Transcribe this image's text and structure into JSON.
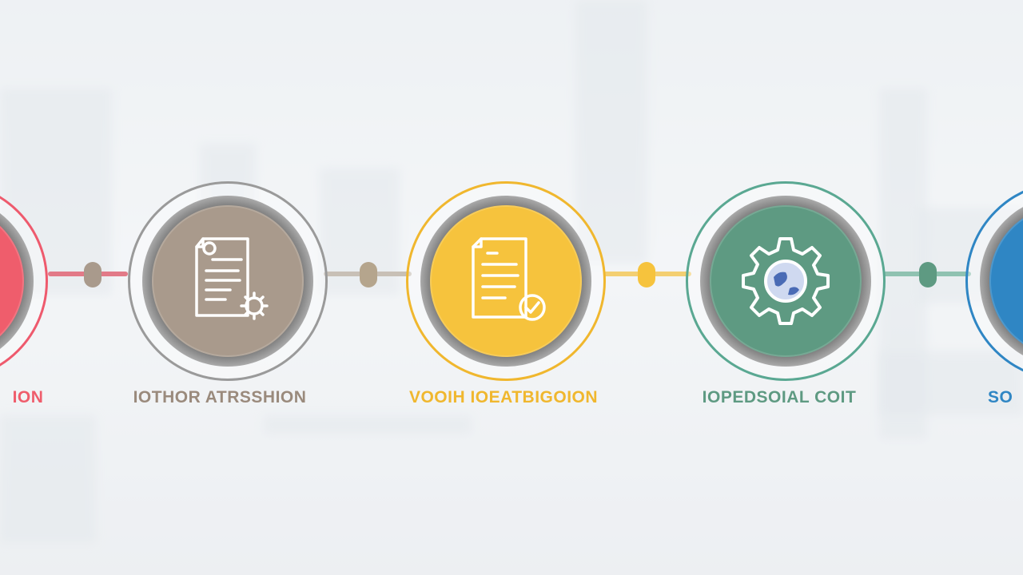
{
  "colors": {
    "red": "#ef5d6c",
    "taupe": "#a99a8c",
    "yellow": "#f6c33d",
    "green": "#5e9a82",
    "blue": "#2f86c4",
    "ring_gray": "#9a9a9a",
    "ring_yellow": "#f0b72e",
    "ring_green": "#5aa892",
    "ring_red": "#ee5a6d",
    "ring_blue": "#2f86c4"
  },
  "steps": [
    {
      "icon": "document-icon",
      "title": "ION",
      "lines": [
        "",
        "",
        ""
      ]
    },
    {
      "icon": "document-gear-icon",
      "title": "IOTHOR ATRSSHION",
      "lines": [
        "",
        "",
        ""
      ]
    },
    {
      "icon": "document-checkmark-icon",
      "title": "VOOIH IOEATBIGOION",
      "lines": [
        "",
        "",
        ""
      ]
    },
    {
      "icon": "gear-globe-icon",
      "title": "IOPEDSOIAL COIT",
      "lines": [
        "",
        "",
        ""
      ]
    },
    {
      "icon": "circle-icon",
      "title": "SO",
      "lines": [
        "",
        "",
        ""
      ]
    }
  ]
}
